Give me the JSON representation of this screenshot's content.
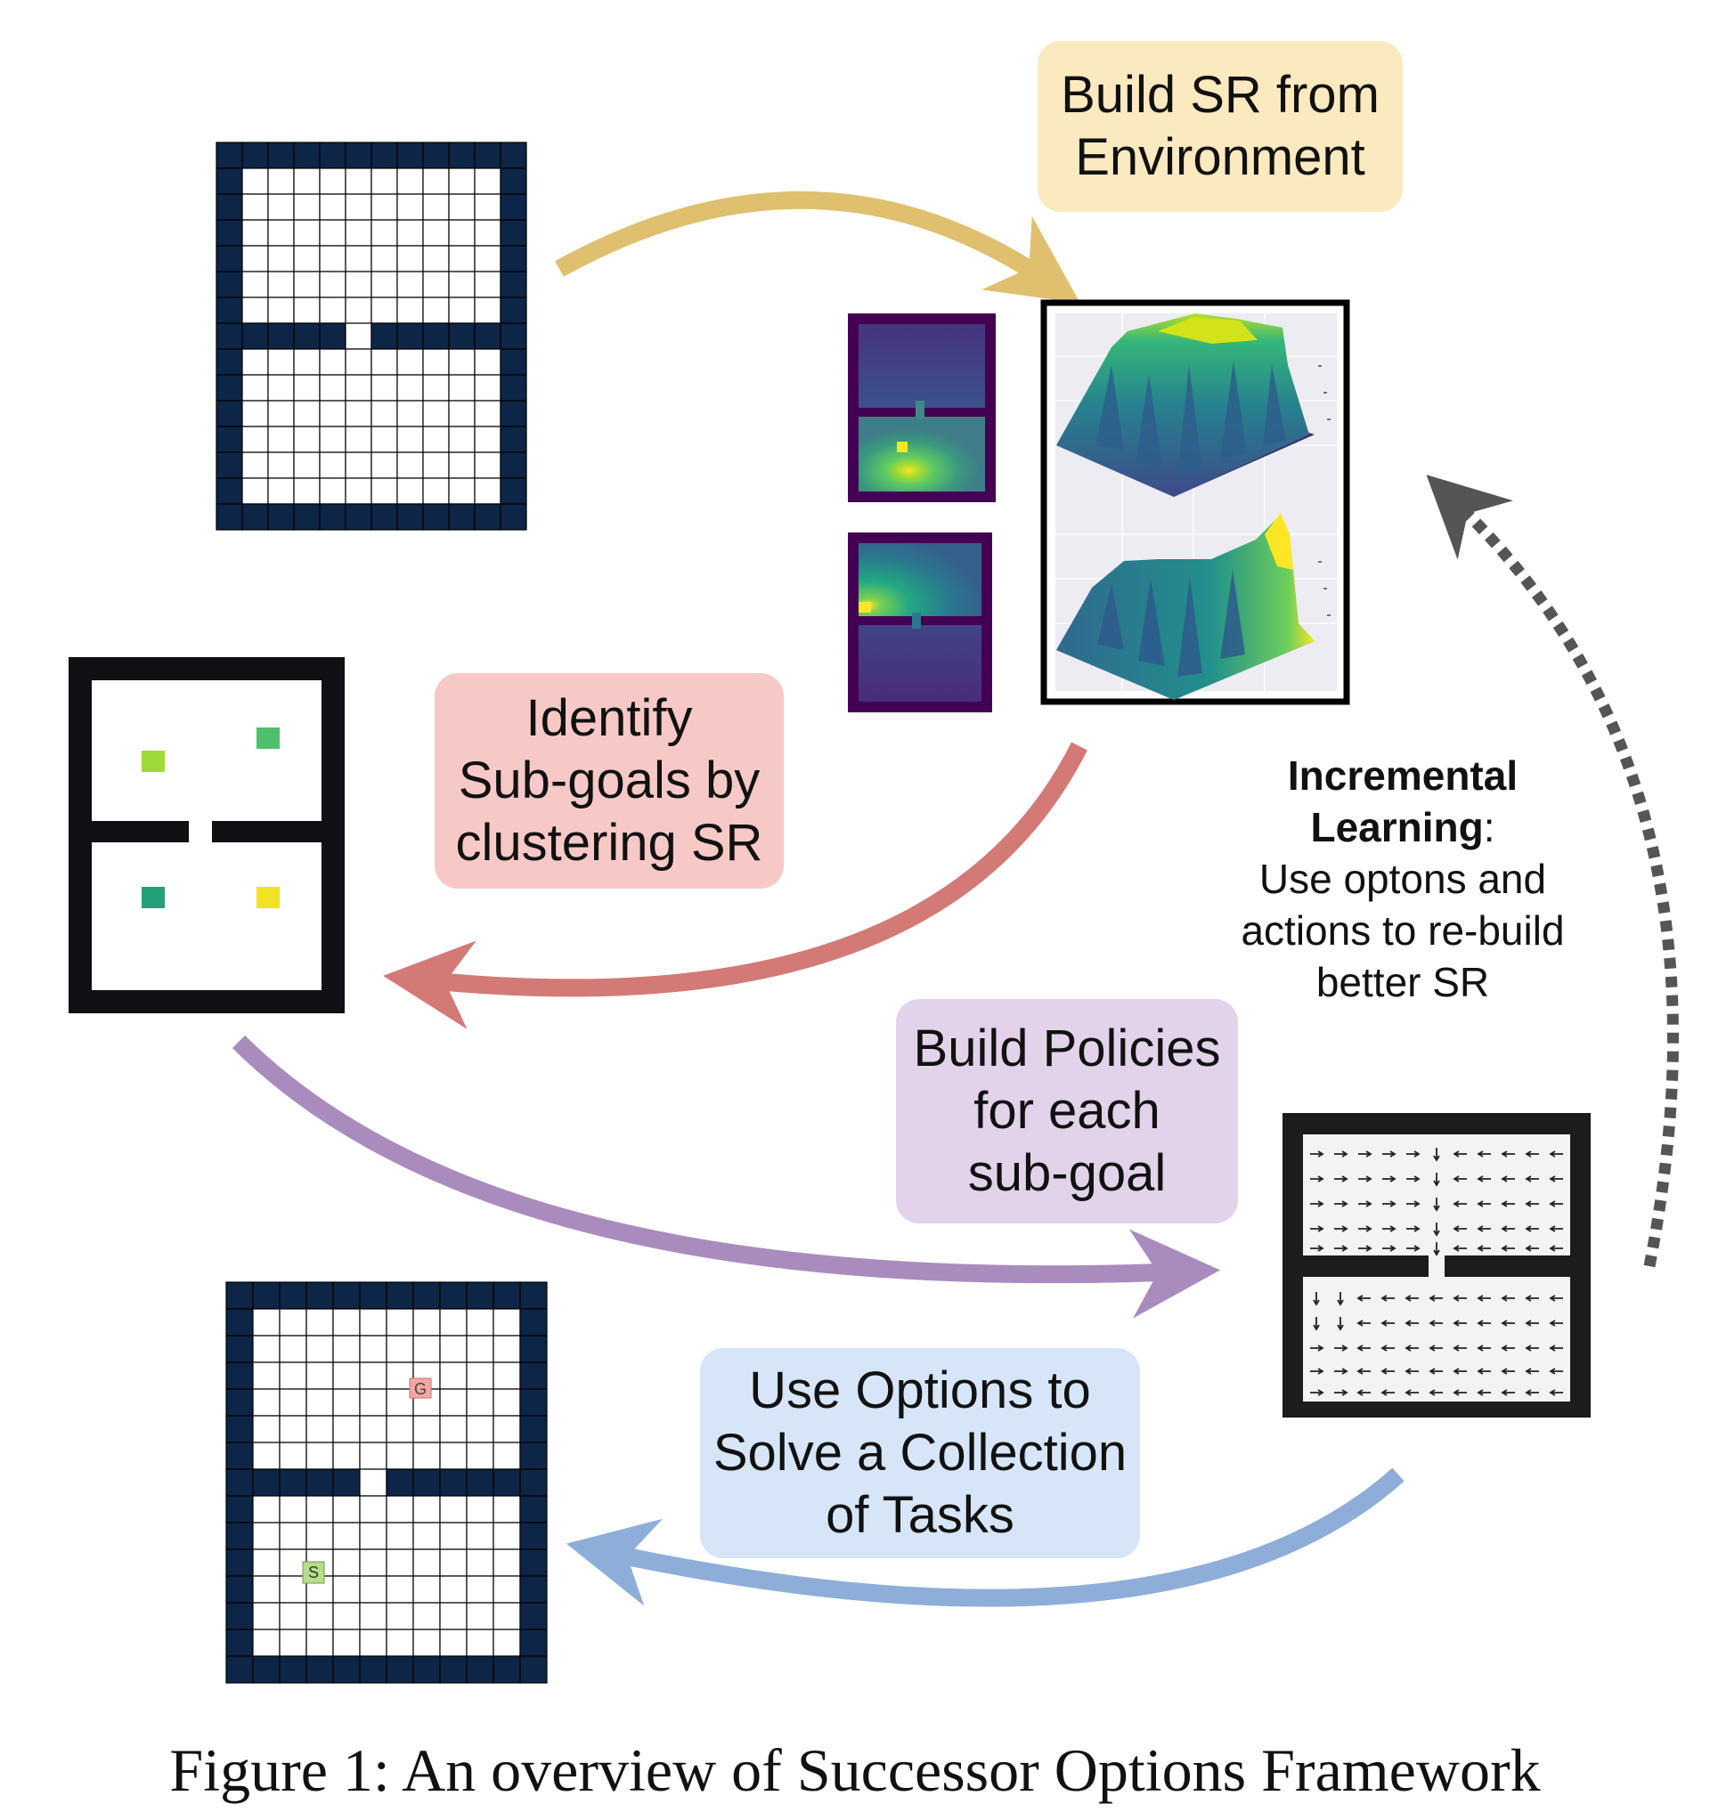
{
  "labels": {
    "build_sr": [
      "Build SR from",
      "Environment"
    ],
    "identify": [
      "Identify",
      "Sub-goals by",
      "clustering SR"
    ],
    "build_policies": [
      "Build Policies",
      "for each",
      "sub-goal"
    ],
    "use_options": [
      "Use Options to",
      "Solve a Collection",
      "of Tasks"
    ]
  },
  "incremental": {
    "title_line1": "Incremental",
    "title_line2": "Learning",
    "title_suffix": ":",
    "body": [
      "Use optons and",
      "actions to re-build",
      "better SR"
    ]
  },
  "task_grid": {
    "goal_marker": "G",
    "start_marker": "S"
  },
  "caption": "Figure 1: An overview of Successor Options Framework",
  "colors": {
    "wall_navy": "#0d2547",
    "arrow_gold": "#dfc06e",
    "arrow_red": "#d37a76",
    "arrow_purple": "#a98bbd",
    "arrow_blue": "#8eaed9",
    "arrow_dotted": "#555555",
    "box_gold": "#fbe9bf",
    "box_red": "#f7c9c6",
    "box_purple": "#e2d3ea",
    "box_blue": "#d6e6f8",
    "subgoal_lime": "#9ed93a",
    "subgoal_green": "#4fbf6a",
    "subgoal_teal": "#22a07a",
    "subgoal_yellow": "#f0e224",
    "goal_fill": "#f4a7a3",
    "start_fill": "#b7de8f"
  }
}
